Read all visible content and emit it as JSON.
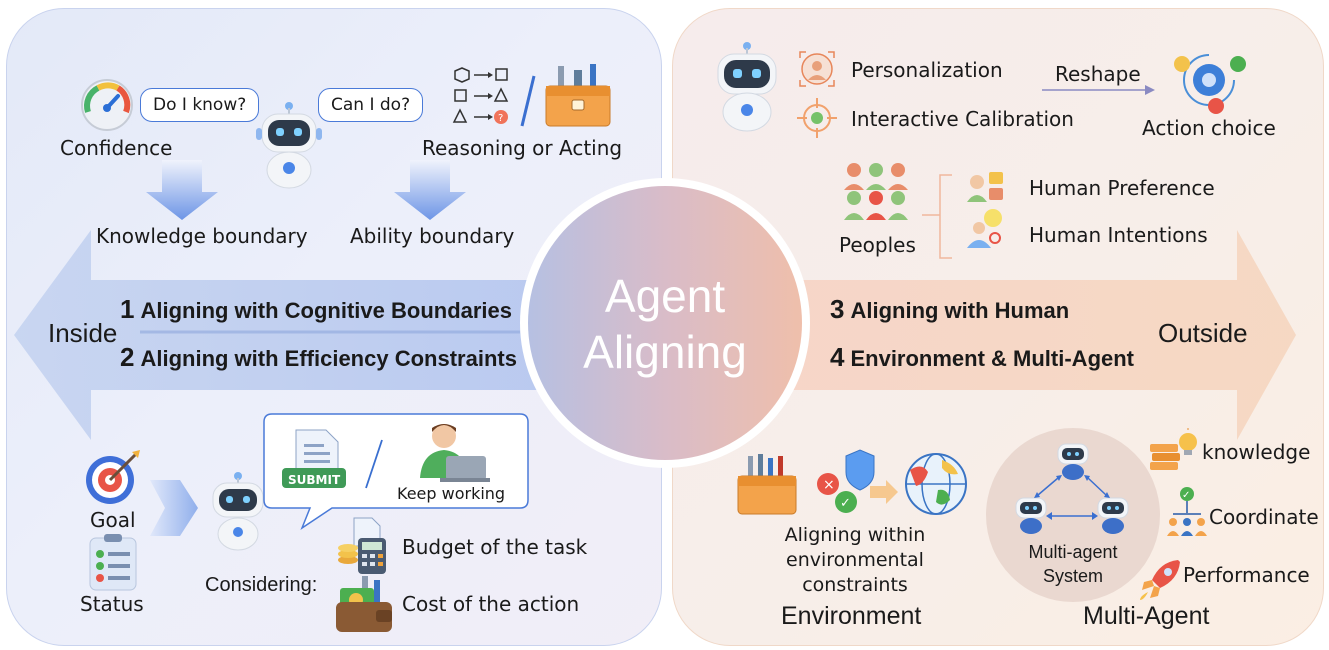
{
  "center": {
    "line1": "Agent",
    "line2": "Aligning"
  },
  "direction": {
    "inside": "Inside",
    "outside": "Outside"
  },
  "rows": {
    "r1": {
      "num": "1",
      "text": "Aligning with Cognitive Boundaries"
    },
    "r2": {
      "num": "2",
      "text": "Aligning with Efficiency Constraints"
    },
    "r3": {
      "num": "3",
      "text": "Aligning with Human"
    },
    "r4": {
      "num": "4",
      "text": "Environment & Multi-Agent"
    }
  },
  "left_top": {
    "confidence": "Confidence",
    "bubble_know": "Do I know?",
    "bubble_do": "Can I do?",
    "reasoning": "Reasoning or Acting",
    "knowledge_boundary": "Knowledge boundary",
    "ability_boundary": "Ability boundary"
  },
  "left_bottom": {
    "goal": "Goal",
    "status": "Status",
    "submit": "SUBMIT",
    "keep_working": "Keep working",
    "considering": "Considering:",
    "budget": "Budget of the task",
    "cost": "Cost of the action"
  },
  "right_top": {
    "personalization": "Personalization",
    "interactive": "Interactive Calibration",
    "reshape": "Reshape",
    "action_choice": "Action choice",
    "peoples": "Peoples",
    "preference": "Human Preference",
    "intentions": "Human Intentions"
  },
  "right_bottom": {
    "env_caption": [
      "Aligning within",
      "environmental",
      "constraints"
    ],
    "environment": "Environment",
    "mas_caption": [
      "Multi-agent",
      "System"
    ],
    "multi_agent": "Multi-Agent",
    "knowledge": "knowledge",
    "coordinate": "Coordinate",
    "performance": "Performance"
  },
  "colors": {
    "blue": "#4a7ad8",
    "orange": "#e89b6a",
    "gray_robot": "#2e3a4a"
  },
  "icons": [
    "gauge-icon",
    "robot-icon",
    "shapes-icon",
    "toolbox-icon",
    "target-icon",
    "checklist-icon",
    "submit-doc-icon",
    "worker-icon",
    "calculator-icon",
    "wallet-icon",
    "portrait-icon",
    "crosshair-icon",
    "gear-cycle-icon",
    "people-group-icon",
    "preference-icon",
    "intention-icon",
    "tools-icon",
    "check-cross-icon",
    "globe-icon",
    "books-icon",
    "tree-icon",
    "rocket-icon"
  ]
}
